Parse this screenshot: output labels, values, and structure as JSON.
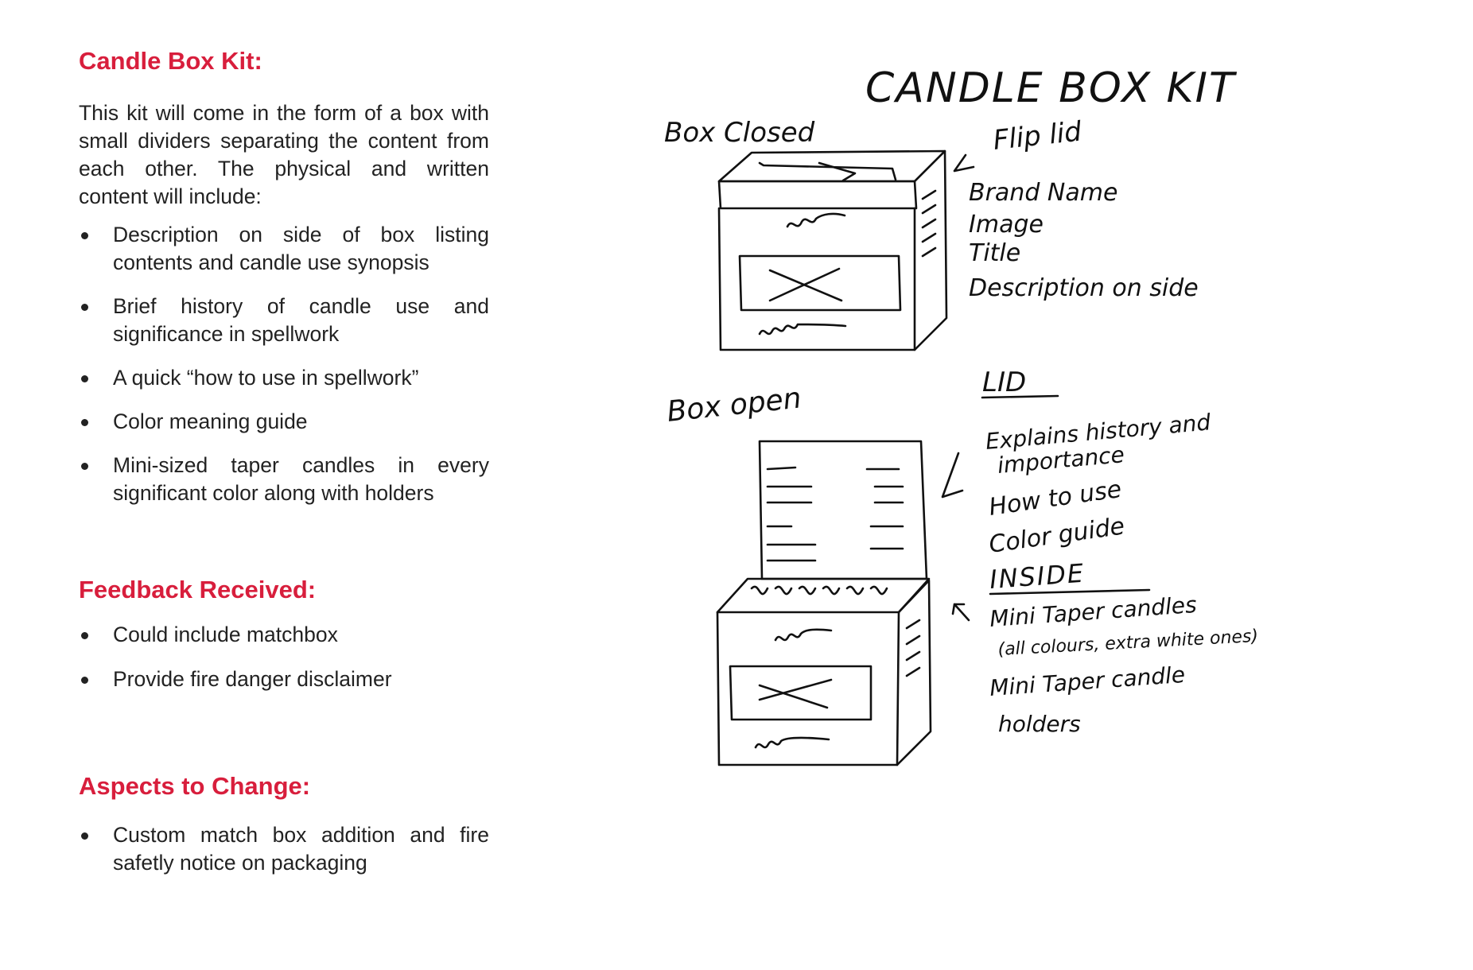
{
  "section1": {
    "heading": "Candle Box Kit:",
    "intro": "This kit will come in the form of a box with small dividers separating the content from each other. The physical and written content will include:",
    "items": [
      "Description on side of box listing contents and candle use synopsis",
      "Brief history of candle use and significance in spellwork",
      "A quick “how to use in spellwork”",
      "Color meaning guide",
      "Mini-sized taper candles in every significant color along with holders"
    ]
  },
  "section2": {
    "heading": "Feedback Received:",
    "items": [
      "Could include matchbox",
      "Provide fire danger disclaimer"
    ]
  },
  "section3": {
    "heading": "Aspects to Change:",
    "items": [
      "Custom match box addition and fire safetly notice on packaging"
    ]
  },
  "sketch": {
    "title": "CANDLE BOX KIT",
    "box_closed_label": "Box Closed",
    "flip_lid_label": "Flip lid",
    "closed_notes": [
      "Brand Name",
      "Image",
      "Title",
      "Description on side"
    ],
    "box_open_label": "Box open",
    "lid_label": "LID",
    "lid_notes": [
      "Explains history and",
      "importance",
      "How to use",
      "Color guide"
    ],
    "inside_label": "INSIDE",
    "inside_notes": [
      "Mini Taper candles",
      "(all colours, extra white ones)",
      "Mini Taper candle",
      "holders"
    ]
  }
}
